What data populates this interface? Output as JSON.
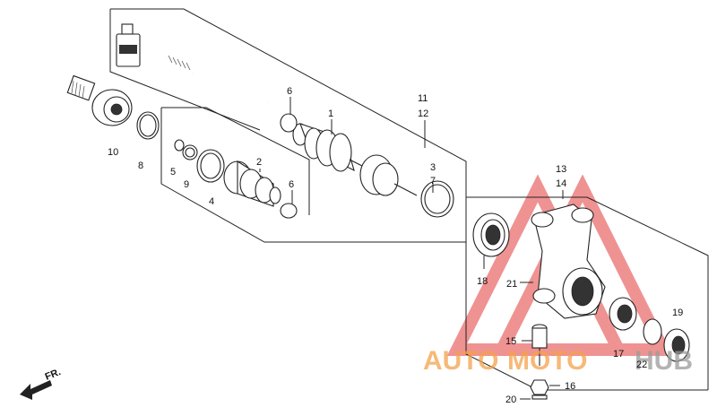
{
  "parts": {
    "p1": "1",
    "p2": "2",
    "p3": "3",
    "p4": "4",
    "p5": "5",
    "p6a": "6",
    "p6b": "6",
    "p7": "7",
    "p8": "8",
    "p9": "9",
    "p10": "10",
    "p11": "11",
    "p12": "12",
    "p13": "13",
    "p14": "14",
    "p15": "15",
    "p16": "16",
    "p17": "17",
    "p18": "18",
    "p19": "19",
    "p20": "20",
    "p21": "21",
    "p22": "22"
  },
  "direction": {
    "label": "FR."
  },
  "watermark": {
    "part1": "AUTO",
    "part2": "MOTO",
    "part3": "HUB",
    "color_orange": "#f3a24b",
    "color_red": "#e23a3a",
    "color_gray": "#9a9a9a"
  }
}
